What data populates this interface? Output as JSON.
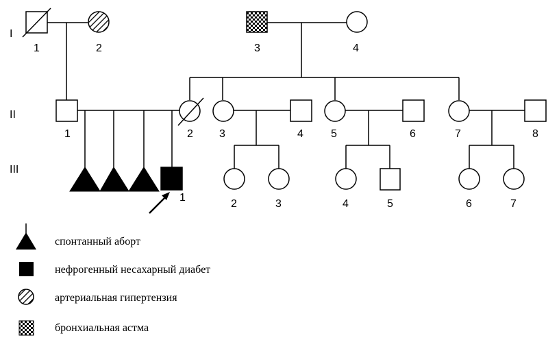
{
  "generations": {
    "g1": "I",
    "g2": "II",
    "g3": "III"
  },
  "individuals": {
    "i1": "1",
    "i2": "2",
    "i3": "3",
    "i4": "4",
    "ii1": "1",
    "ii2": "2",
    "ii3": "3",
    "ii4": "4",
    "ii5": "5",
    "ii6": "6",
    "ii7": "7",
    "ii8": "8",
    "iii1": "1",
    "iii2": "2",
    "iii3": "3",
    "iii4": "4",
    "iii5": "5",
    "iii6": "6",
    "iii7": "7"
  },
  "legend": {
    "abortion": "спонтанный аборт",
    "diabetes": "нефрогенный несахарный диабет",
    "hypertension": "артериальная гипертензия",
    "asthma": "бронхиальная астма"
  },
  "colors": {
    "ink": "#000000",
    "background": "#ffffff"
  }
}
